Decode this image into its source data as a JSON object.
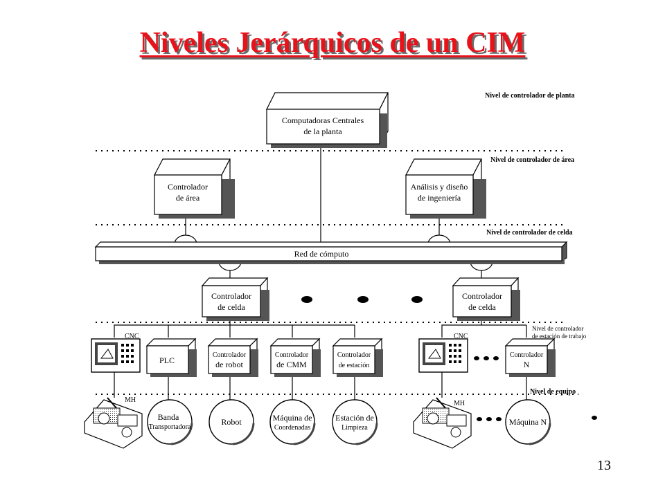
{
  "title": "Niveles Jerárquicos de un CIM",
  "page_number": "13",
  "levels": {
    "plant": "Nivel de controlador de planta",
    "area": "Nivel de controlador de área",
    "cell": "Nivel de controlador de celda",
    "workstation_1": "Nivel de controlador",
    "workstation_2": "de estación de trabajo",
    "equipment": "Nivel de equipo"
  },
  "boxes": {
    "central_1": "Computadoras Centrales",
    "central_2": "de la planta",
    "area_ctrl_1": "Controlador",
    "area_ctrl_2": "de área",
    "analysis_1": "Análisis y diseño",
    "analysis_2": "de ingeniería",
    "network": "Red de cómputo",
    "cell_left_1": "Controlador",
    "cell_left_2": "de celda",
    "cell_right_1": "Controlador",
    "cell_right_2": "de celda",
    "plc": "PLC",
    "robot_ctrl_1": "Controlador",
    "robot_ctrl_2": "de robot",
    "cmm_ctrl_1": "Controlador",
    "cmm_ctrl_2": "de CMM",
    "station_ctrl_1": "Controlador",
    "station_ctrl_2": "de estación",
    "ctrl_n_1": "Controlador",
    "ctrl_n_2": "N"
  },
  "equipment": {
    "cnc_left": "CNC",
    "cnc_right": "CNC",
    "mh_left": "MH",
    "mh_right": "MH",
    "band_1": "Banda",
    "band_2": "Transportadora",
    "robot": "Robot",
    "cmm_1": "Máquina de",
    "cmm_2": "Coordenadas",
    "station_1": "Estación de",
    "station_2": "Limpieza",
    "machine_n": "Máquina N"
  },
  "colors": {
    "title": "#e8121b",
    "shadow": "#6b6b6b",
    "line": "#000000"
  }
}
